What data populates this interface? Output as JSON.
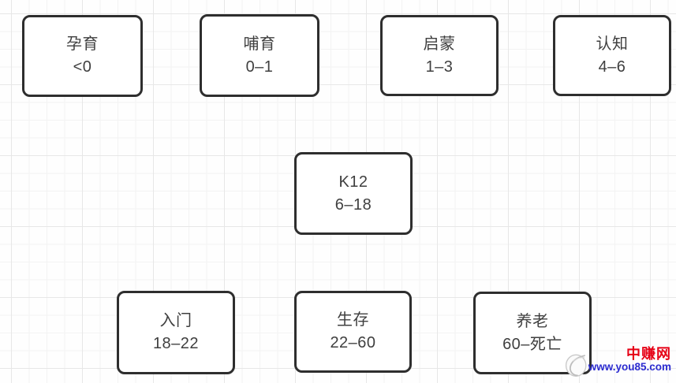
{
  "diagram": {
    "boxes": [
      {
        "label": "孕育",
        "range": "<0"
      },
      {
        "label": "哺育",
        "range": "0–1"
      },
      {
        "label": "启蒙",
        "range": "1–3"
      },
      {
        "label": "认知",
        "range": "4–6"
      },
      {
        "label": "K12",
        "range": "6–18"
      },
      {
        "label": "入门",
        "range": "18–22"
      },
      {
        "label": "生存",
        "range": "22–60"
      },
      {
        "label": "养老",
        "range": "60–死亡"
      }
    ]
  },
  "watermark": {
    "site_name": "中赚网",
    "site_url": "www.you85.com",
    "name_color": "#e60015",
    "url_color": "#2b2bd0"
  },
  "colors": {
    "box_border": "#2e2e2e",
    "box_fill": "#ffffff",
    "box_text": "#3f3f3f",
    "grid_minor": "#f3f3f3",
    "grid_major": "#e7e7e7",
    "background": "#fefefe"
  }
}
